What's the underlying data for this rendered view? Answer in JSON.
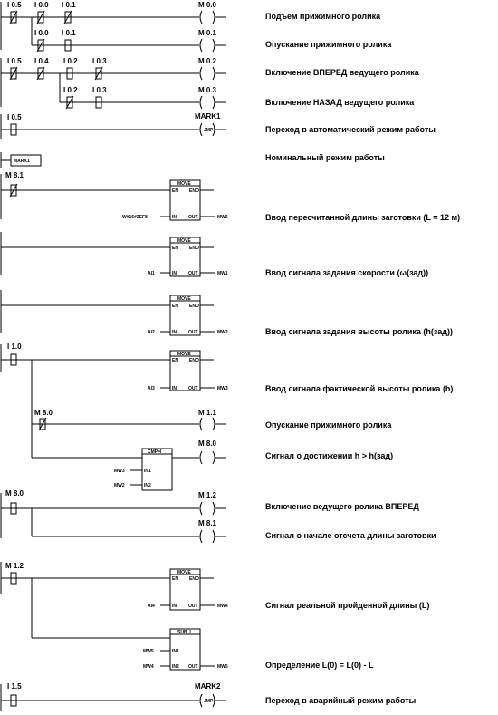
{
  "rungs": [
    {
      "contacts": [
        "I 0.5",
        "I 0.0",
        "I 0.1"
      ],
      "coil": "M 0.0",
      "comment": "Подъем прижимного ролика"
    },
    {
      "contacts": [
        "I 0.0",
        "I 0.1"
      ],
      "coil": "M 0.1",
      "comment": "Опускание прижимного ролика"
    },
    {
      "contacts": [
        "I 0.5",
        "I 0.4",
        "I 0.2",
        "I 0.3"
      ],
      "coil": "M 0.2",
      "comment": "Включение ВПЕРЕД ведущего ролика"
    },
    {
      "contacts": [
        "I 0.2",
        "I 0.3"
      ],
      "coil": "M 0.3",
      "comment": "Включение НАЗАД ведущего ролика"
    },
    {
      "contacts": [
        "I 0.5"
      ],
      "coil": "MARK1",
      "coil_symbol": "JMP",
      "comment": "Переход в автоматический режим работы"
    },
    {
      "label": "MARK1",
      "comment": "Номинальный режим работы"
    },
    {
      "contacts": [
        "M 8.1"
      ],
      "block": {
        "title": "MOVE",
        "en": "EN",
        "eno": "ENO",
        "in_label": "IN",
        "out_label": "OUT",
        "in": "W#16#2EF8",
        "out": "MW5"
      },
      "comment": "Ввод пересчитанной длины заготовки (L = 12 м)"
    },
    {
      "block": {
        "title": "MOVE",
        "en": "EN",
        "eno": "ENO",
        "in_label": "IN",
        "out_label": "OUT",
        "in": "AI1",
        "out": "MW1"
      },
      "comment": "Ввод сигнала задания скорости (ω(зад))"
    },
    {
      "block": {
        "title": "MOVE",
        "en": "EN",
        "eno": "ENO",
        "in_label": "IN",
        "out_label": "OUT",
        "in": "AI2",
        "out": "MW2"
      },
      "comment": "Ввод сигнала задания высоты ролика (h(зад))"
    },
    {
      "contacts": [
        "I 1.0"
      ],
      "block": {
        "title": "MOVE",
        "en": "EN",
        "eno": "ENO",
        "in_label": "IN",
        "out_label": "OUT",
        "in": "AI3",
        "out": "MW3"
      },
      "comment": "Ввод сигнала фактической высоты ролика (h)"
    },
    {
      "contacts": [
        "M 8.0"
      ],
      "coil": "M 1.1",
      "comment": "Опускание прижимного ролика"
    },
    {
      "coil": "M 8.0",
      "block": {
        "title": "CMP>I",
        "in1_label": "IN1",
        "in2_label": "IN2",
        "in1": "MW3",
        "in2": "MW2"
      },
      "comment": "Сигнал о достижении h > h(зад)"
    },
    {
      "contacts": [
        "M 8.0"
      ],
      "coil": "M 1.2",
      "comment": "Включение ведущего ролика ВПЕРЕД"
    },
    {
      "coil": "M 8.1",
      "comment": "Сигнал о начале отсчета длины заготовки"
    },
    {
      "contacts": [
        "M 1.2"
      ],
      "block": {
        "title": "MOVE",
        "en": "EN",
        "eno": "ENO",
        "in_label": "IN",
        "out_label": "OUT",
        "in": "AI4",
        "out": "MW4"
      },
      "comment": "Сигнал реальной пройденной длины (L)"
    },
    {
      "block": {
        "title": "SUB_I",
        "in1_label": "IN1",
        "in2_label": "IN2",
        "out_label": "OUT",
        "in1": "MW5",
        "in2": "MW4",
        "out": "MW5"
      },
      "comment": "Определение L(0) = L(0) - L"
    },
    {
      "contacts": [
        "I 1.5"
      ],
      "coil": "MARK2",
      "coil_symbol": "JMP",
      "comment": "Переход в аварийный режим работы"
    }
  ]
}
